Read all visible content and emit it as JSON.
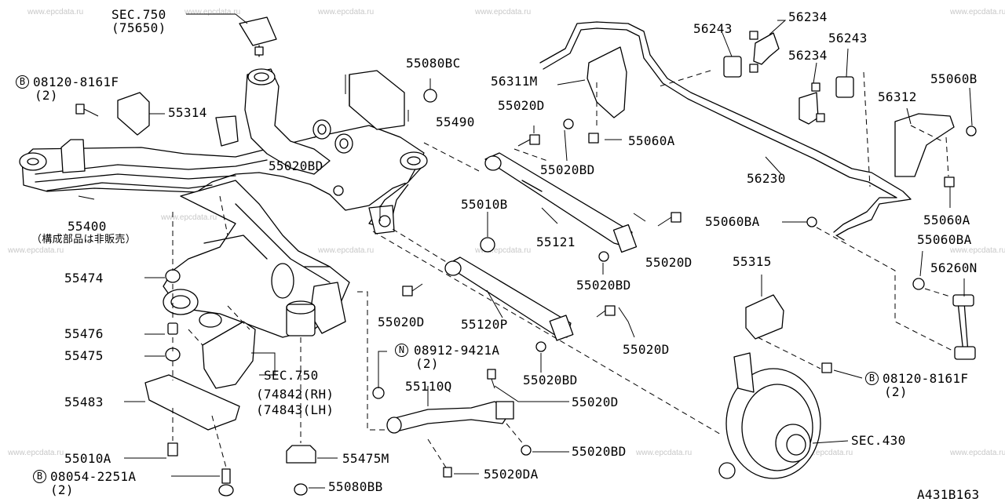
{
  "diagram_code": "A431B163",
  "watermark_text": "www.epcdata.ru",
  "labels": {
    "sec750_top": "SEC.750",
    "sec750_top_sub": "(75650)",
    "b08120_top": "08120-8161F",
    "b08120_top_qty": "(2)",
    "p55314": "55314",
    "p55400": "55400",
    "p55400_note": "（構成部品は非販売）",
    "p55474": "55474",
    "p55476": "55476",
    "p55475": "55475",
    "p55483": "55483",
    "p55010A": "55010A",
    "b08054": "08054-2251A",
    "b08054_qty": "(2)",
    "sec750_mid": "SEC.750",
    "p74842": "(74842(RH)",
    "p74843": "(74843(LH)",
    "p55475M": "55475M",
    "p55080BB": "55080BB",
    "p55080BC": "55080BC",
    "p55490": "55490",
    "p55020D_a": "55020D",
    "p55020BD_a": "55020BD",
    "p55020BD_b": "55020BD",
    "p55010B": "55010B",
    "p55121": "55121",
    "p55020D_b": "55020D",
    "p55020BD_c": "55020BD",
    "p55020D_c": "55020D",
    "p55120P": "55120P",
    "p55020D_d": "55020D",
    "n08912": "08912-9421A",
    "n08912_qty": "(2)",
    "p55110Q": "55110Q",
    "p55020BD_d": "55020BD",
    "p55020D_e": "55020D",
    "p55020BD_e": "55020BD",
    "p55020DA": "55020DA",
    "p56311M": "56311M",
    "p55060A_a": "55060A",
    "p56243_a": "56243",
    "p56234_a": "56234",
    "p56243_b": "56243",
    "p56234_b": "56234",
    "p55060B": "55060B",
    "p56312": "56312",
    "p56230": "56230",
    "p55060BA_a": "55060BA",
    "p55060A_b": "55060A",
    "p55060BA_b": "55060BA",
    "p55315": "55315",
    "p56260N": "56260N",
    "b08120_bot": "08120-8161F",
    "b08120_bot_qty": "(2)",
    "sec430": "SEC.430",
    "mark_b": "B",
    "mark_n": "N"
  }
}
